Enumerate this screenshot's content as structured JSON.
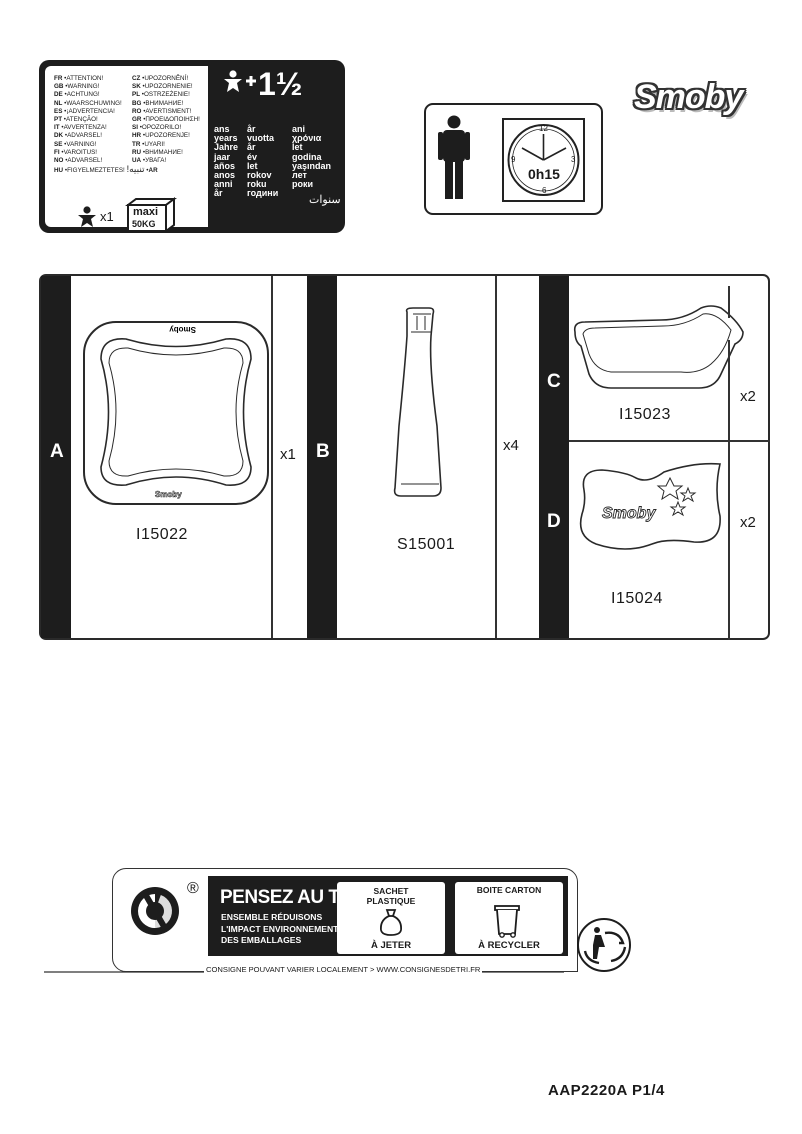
{
  "warning": {
    "col1": [
      {
        "cc": "FR",
        "text": "ATTENTION!"
      },
      {
        "cc": "GB",
        "text": "WARNING!"
      },
      {
        "cc": "DE",
        "text": "ACHTUNG!"
      },
      {
        "cc": "NL",
        "text": "WAARSCHUWING!"
      },
      {
        "cc": "ES",
        "text": "¡ADVERTENCIA!"
      },
      {
        "cc": "PT",
        "text": "ATENÇÃO!"
      },
      {
        "cc": "IT",
        "text": "AVVERTENZA!"
      },
      {
        "cc": "DK",
        "text": "ADVARSEL!"
      },
      {
        "cc": "SE",
        "text": "VARNING!"
      },
      {
        "cc": "FI",
        "text": "VAROITUS!"
      },
      {
        "cc": "NO",
        "text": "ADVARSEL!"
      },
      {
        "cc": "HU",
        "text": "FIGYELMEZTETES!"
      }
    ],
    "col2": [
      {
        "cc": "CZ",
        "text": "UPOZORNĚNÍ!"
      },
      {
        "cc": "SK",
        "text": "UPOZORNENIE!"
      },
      {
        "cc": "PL",
        "text": "OSTRZEŻENIE!"
      },
      {
        "cc": "BG",
        "text": "ВНИМАНИЕ!"
      },
      {
        "cc": "RO",
        "text": "AVERTISMENT!"
      },
      {
        "cc": "GR",
        "text": "ΠΡΟΕΙΔΟΠΟΙΗΣΗ!"
      },
      {
        "cc": "SI",
        "text": "OPOZORILO!"
      },
      {
        "cc": "HR",
        "text": "UPOZORENJE!"
      },
      {
        "cc": "TR",
        "text": "UYARI!"
      },
      {
        "cc": "RU",
        "text": "ВНИМАНИЕ!"
      },
      {
        "cc": "UA",
        "text": "УВАГА!"
      },
      {
        "cc": "AR",
        "text": "!تنبيه"
      }
    ],
    "child_qty": "x1",
    "max_label": "maxi",
    "max_weight": "50KG",
    "age_number": "1½",
    "age_col1": [
      "ans",
      "years",
      "Jahre",
      "jaar",
      "años",
      "anos",
      "anni",
      "år"
    ],
    "age_col2": [
      "år",
      "vuotta",
      "år",
      "év",
      "let",
      "rokov",
      "roku",
      "години"
    ],
    "age_col3": [
      "ani",
      "χρόνια",
      "let",
      "godina",
      "yaşından",
      "лет",
      "роки"
    ],
    "age_ar": "سنوات"
  },
  "assembly": {
    "time": "0h15",
    "clock_numbers": [
      "12",
      "3",
      "6",
      "9"
    ]
  },
  "brand": {
    "logo_text": "Smoby"
  },
  "parts": [
    {
      "letter": "A",
      "code": "I15022",
      "qty": "x1"
    },
    {
      "letter": "B",
      "code": "S15001",
      "qty": "x4"
    },
    {
      "letter": "C",
      "code": "I15023",
      "qty": "x2"
    },
    {
      "letter": "D",
      "code": "I15024",
      "qty": "x2"
    }
  ],
  "recycling": {
    "registered": "®",
    "title": "PENSEZ AU TRI !",
    "subtitle": [
      "ENSEMBLE RÉDUISONS",
      "L'IMPACT ENVIRONNEMENTAL",
      "DES EMBALLAGES"
    ],
    "sachet_title": [
      "SACHET",
      "PLASTIQUE"
    ],
    "sachet_action": "À JETER",
    "carton_title": [
      "BOITE CARTON"
    ],
    "carton_action": "À RECYCLER",
    "consigne": "CONSIGNE POUVANT VARIER LOCALEMENT > WWW.CONSIGNESDETRI.FR"
  },
  "footer": {
    "ref": "AAP2220A P1/4"
  }
}
